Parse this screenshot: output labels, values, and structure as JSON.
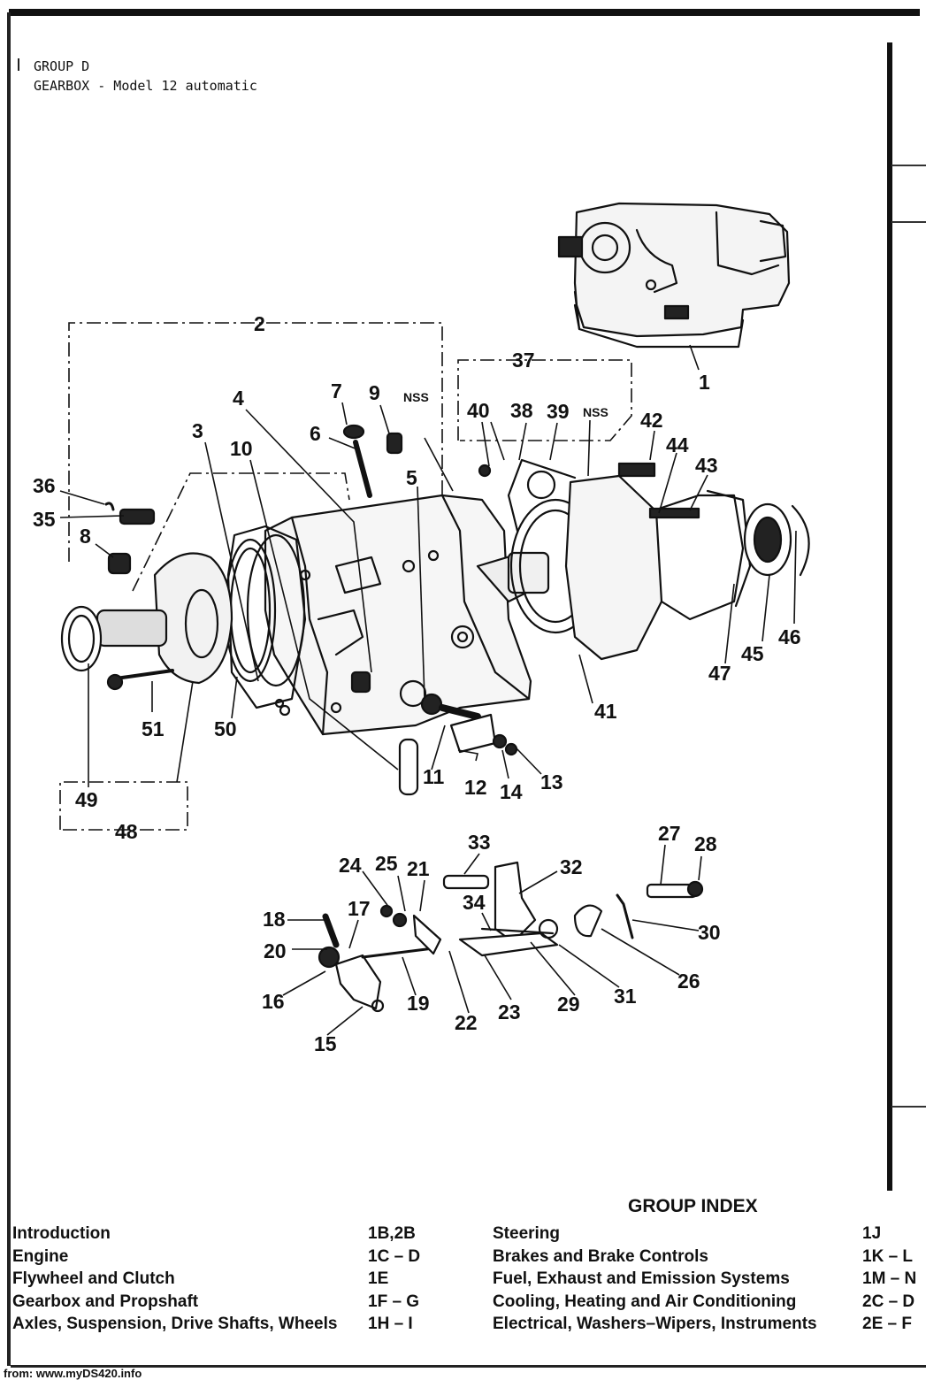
{
  "header": {
    "group": "GROUP D",
    "title": "GEARBOX - Model 12 automatic"
  },
  "diagram": {
    "callouts": [
      "1",
      "2",
      "3",
      "4",
      "5",
      "6",
      "7",
      "8",
      "9",
      "10",
      "11",
      "12",
      "13",
      "14",
      "15",
      "16",
      "17",
      "18",
      "19",
      "20",
      "21",
      "22",
      "23",
      "24",
      "25",
      "26",
      "27",
      "28",
      "29",
      "30",
      "31",
      "32",
      "33",
      "34",
      "35",
      "36",
      "37",
      "38",
      "39",
      "40",
      "41",
      "42",
      "43",
      "44",
      "45",
      "46",
      "47",
      "48",
      "49",
      "50",
      "51"
    ],
    "nss_label": "NSS"
  },
  "index": {
    "title": "GROUP INDEX",
    "left": [
      {
        "name": "Introduction",
        "code": "1B,2B"
      },
      {
        "name": "Engine",
        "code": "1C – D"
      },
      {
        "name": "Flywheel and Clutch",
        "code": "1E"
      },
      {
        "name": "Gearbox and Propshaft",
        "code": "1F – G"
      },
      {
        "name": "Axles, Suspension, Drive Shafts, Wheels",
        "code": "1H – I"
      }
    ],
    "right": [
      {
        "name": "Steering",
        "code": "1J"
      },
      {
        "name": "Brakes and Brake Controls",
        "code": "1K – L"
      },
      {
        "name": "Fuel, Exhaust and Emission Systems",
        "code": "1M – N"
      },
      {
        "name": "Cooling, Heating and Air Conditioning",
        "code": "2C – D"
      },
      {
        "name": "Electrical, Washers–Wipers, Instruments",
        "code": "2E – F"
      }
    ]
  },
  "footer": {
    "source": "from: www.myDS420.info"
  }
}
